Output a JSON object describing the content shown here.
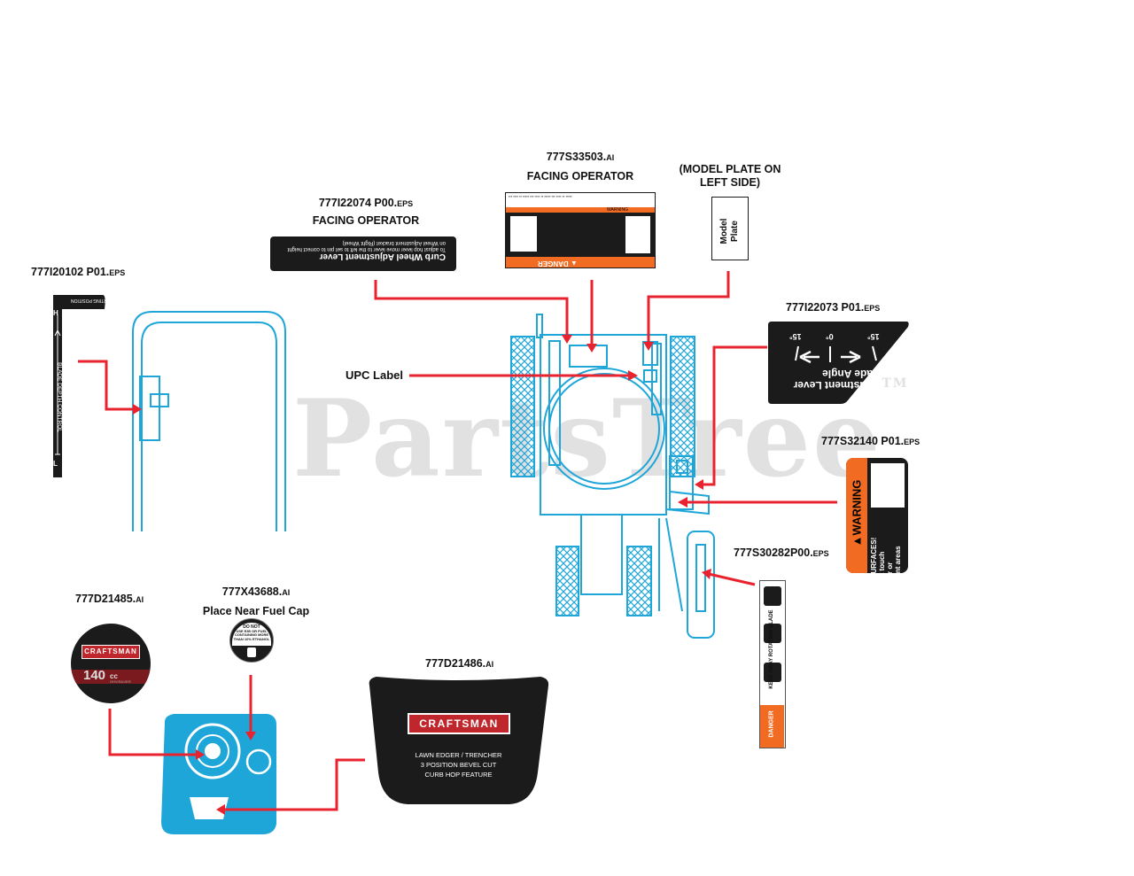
{
  "watermark": "PartsTree",
  "watermark_tm": "TM",
  "labels": {
    "p1": {
      "code": "777I20102 P01.",
      "ext": "EPS"
    },
    "p2": {
      "code": "777I22074 P00.",
      "ext": "EPS",
      "sub": "FACING OPERATOR"
    },
    "p3": {
      "code": "777S33503.",
      "ext": "AI",
      "sub": "FACING OPERATOR"
    },
    "p4": {
      "line1": "(MODEL PLATE ON",
      "line2": "LEFT SIDE)"
    },
    "p5": {
      "code": "777I22073 P01.",
      "ext": "EPS"
    },
    "p6": {
      "code": "777S32140 P01.",
      "ext": "EPS"
    },
    "p7": {
      "code": "777S30282P00.",
      "ext": "EPS"
    },
    "p8": {
      "code": "777D21485.",
      "ext": "AI"
    },
    "p9": {
      "code": "777X43688.",
      "ext": "AI",
      "sub": "Place Near Fuel Cap"
    },
    "p10": {
      "code": "777D21486.",
      "ext": "AI"
    },
    "upc": "UPC Label"
  },
  "decals": {
    "blade_depth": {
      "text": "BLADE DEPTH CONTROL",
      "top": "STARTING POSITION",
      "h": "H",
      "l": "L"
    },
    "curb_wheel": {
      "title": "Curb Wheel Adjustment Lever",
      "body": "To adjust hop lever move lever to the left to set pin to correct height on Wheel Adjustment bracket (Right Wheel)"
    },
    "danger_decal": {
      "danger": "DANGER",
      "warning": "WARNING"
    },
    "model_plate": {
      "line1": "Model",
      "line2": "Plate"
    },
    "blade_angle": {
      "line1": "Blade Angle",
      "line2": "Adjustment Lever",
      "a1": "15°",
      "a2": "0°",
      "a3": "15°"
    },
    "hot_warning": {
      "warning": "WARNING",
      "l1": "HOT SURFACES!",
      "l2": "Do not touch",
      "l3": "muffler or",
      "l4": "adjacent areas"
    },
    "keep_away": {
      "text": "KEEP AWAY  ROTATING BLADE",
      "danger": "DANGER"
    },
    "craftsman_round": {
      "brand": "CRAFTSMAN",
      "cc": "140",
      "unit": "cc",
      "sub": "OHV/SILVER"
    },
    "fuel_cap": {
      "l1": "DO NOT",
      "l2": "USE E85 OR FUEL",
      "l3": "CONTAINING MORE",
      "l4": "THAN 10% ETHANOL"
    },
    "craftsman_shroud": {
      "brand": "CRAFTSMAN",
      "l1": "LAWN EDGER / TRENCHER",
      "l2": "3 POSITION BEVEL CUT",
      "l3": "CURB HOP FEATURE"
    }
  },
  "colors": {
    "arrow": "#e8232f",
    "machine": "#1ea6d9",
    "decal_dark": "#1b1b1b",
    "orange": "#f26b22"
  }
}
